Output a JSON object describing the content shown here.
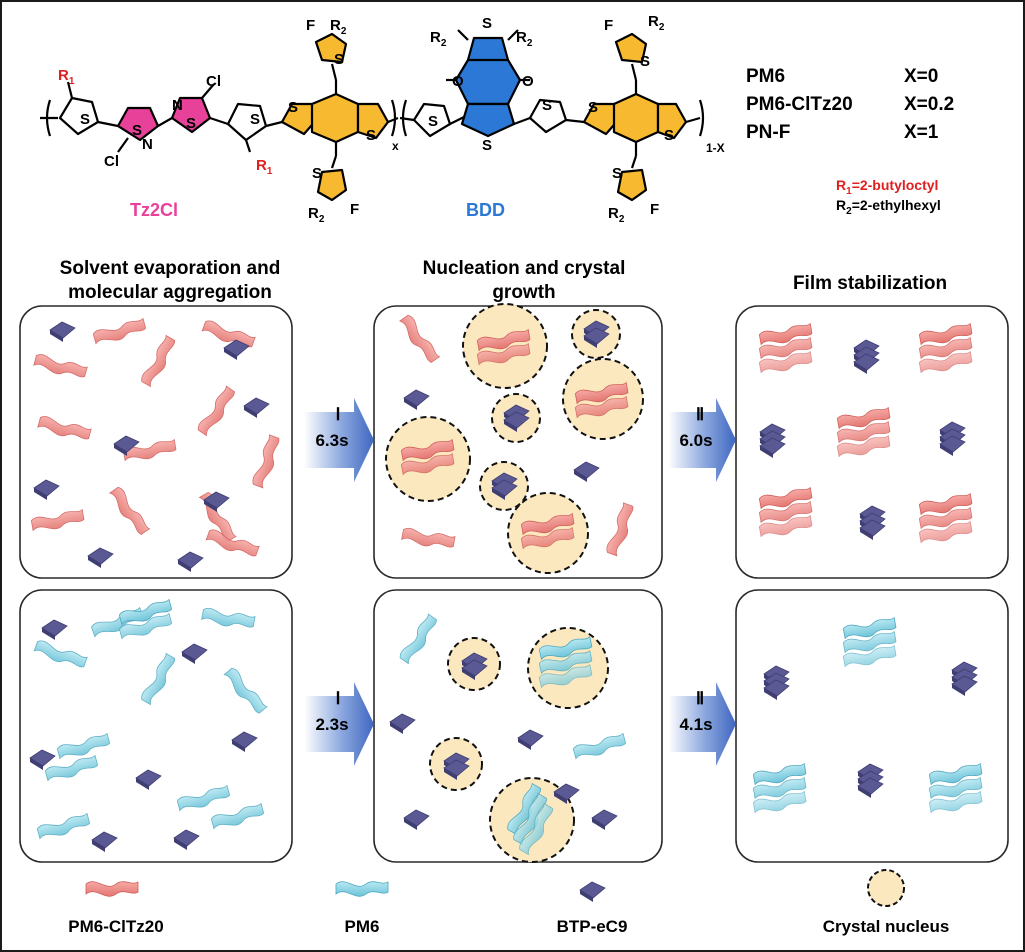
{
  "chemistry": {
    "r1_sub": "R",
    "r1_idx": "1",
    "r2_sub": "R",
    "r2_idx": "2",
    "atom_S": "S",
    "atom_N": "N",
    "atom_F": "F",
    "atom_O": "O",
    "atom_Cl": "Cl",
    "subscript_x": "x",
    "subscript_1x": "1-X",
    "unit_tz2cl": "Tz2Cl",
    "unit_bdd": "BDD"
  },
  "polymer_table": [
    {
      "name": "PM6",
      "x": "X=0"
    },
    {
      "name": "PM6-ClTz20",
      "x": "X=0.2"
    },
    {
      "name": "PN-F",
      "x": "X=1"
    }
  ],
  "substituents": {
    "r1_label": "R",
    "r1_index": "1",
    "r1_value": "=2-butyloctyl",
    "r2_label": "R",
    "r2_index": "2",
    "r2_value": "=2-ethylhexyl"
  },
  "stages": {
    "stage1": [
      "Solvent evaporation and",
      "molecular aggregation"
    ],
    "stage2": [
      "Nucleation and crystal",
      "growth"
    ],
    "stage3": [
      "Film stabilization"
    ]
  },
  "arrows": {
    "top_1": {
      "roman": "Ⅰ",
      "time": "6.3s"
    },
    "top_2": {
      "roman": "Ⅱ",
      "time": "6.0s"
    },
    "bottom_1": {
      "roman": "Ⅰ",
      "time": "2.3s"
    },
    "bottom_2": {
      "roman": "Ⅱ",
      "time": "4.1s"
    }
  },
  "legend": {
    "pm6clt": "PM6-ClTz20",
    "pm6": "PM6",
    "btp": "BTP-eC9",
    "nucleus": "Crystal nucleus"
  },
  "colors": {
    "tz2cl": "#e8419a",
    "bdd": "#2b78d6",
    "bdt": "#f7b92f",
    "thiophene_f": "#f7b92f",
    "red_label": "#e02020",
    "pink_ribbon": "#f08c88",
    "cyan_ribbon": "#88d4e4",
    "acceptor": "#6b6aa8",
    "nucleus_fill": "#fbe8bf",
    "arrow": "#3f67c0"
  }
}
